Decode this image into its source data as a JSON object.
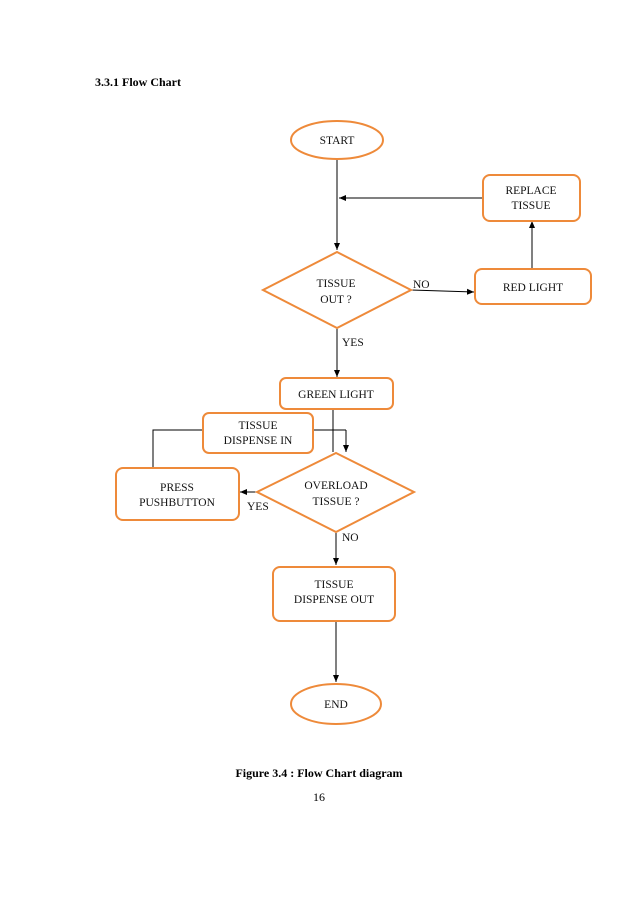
{
  "heading": "3.3.1  Flow Chart",
  "nodes": {
    "start": "START",
    "replace_tissue": [
      "REPLACE",
      "TISSUE"
    ],
    "tissue_out": [
      "TISSUE",
      "OUT ?"
    ],
    "red_light": "RED LIGHT",
    "green_light": "GREEN LIGHT",
    "tissue_dispense_in": [
      "TISSUE",
      "DISPENSE IN"
    ],
    "press_pushbutton": [
      "PRESS",
      "PUSHBUTTON"
    ],
    "overload_tissue": [
      "OVERLOAD",
      "TISSUE ?"
    ],
    "tissue_dispense_out": [
      "TISSUE",
      "DISPENSE OUT"
    ],
    "end": "END"
  },
  "edge_labels": {
    "tissue_out_no": "NO",
    "tissue_out_yes": "YES",
    "overload_yes": "YES",
    "overload_no": "NO"
  },
  "caption": "Figure 3.4 : Flow Chart diagram",
  "page_number": "16",
  "colors": {
    "node_border": "#ee8a3a",
    "connector": "#000000"
  }
}
